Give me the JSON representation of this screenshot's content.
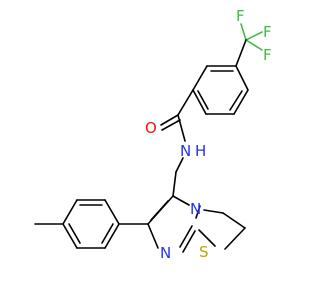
{
  "molecule": {
    "atoms": {
      "F1": "F",
      "F2": "F",
      "F3": "F",
      "O": "O",
      "NH": "N",
      "H": "H",
      "N_ring": "N",
      "N_imine": "N",
      "S": "S"
    },
    "colors": {
      "carbon": "#000000",
      "nitrogen": "#2233ee",
      "oxygen": "#ee1111",
      "sulfur": "#c8a000",
      "fluorine": "#44bb44"
    }
  }
}
